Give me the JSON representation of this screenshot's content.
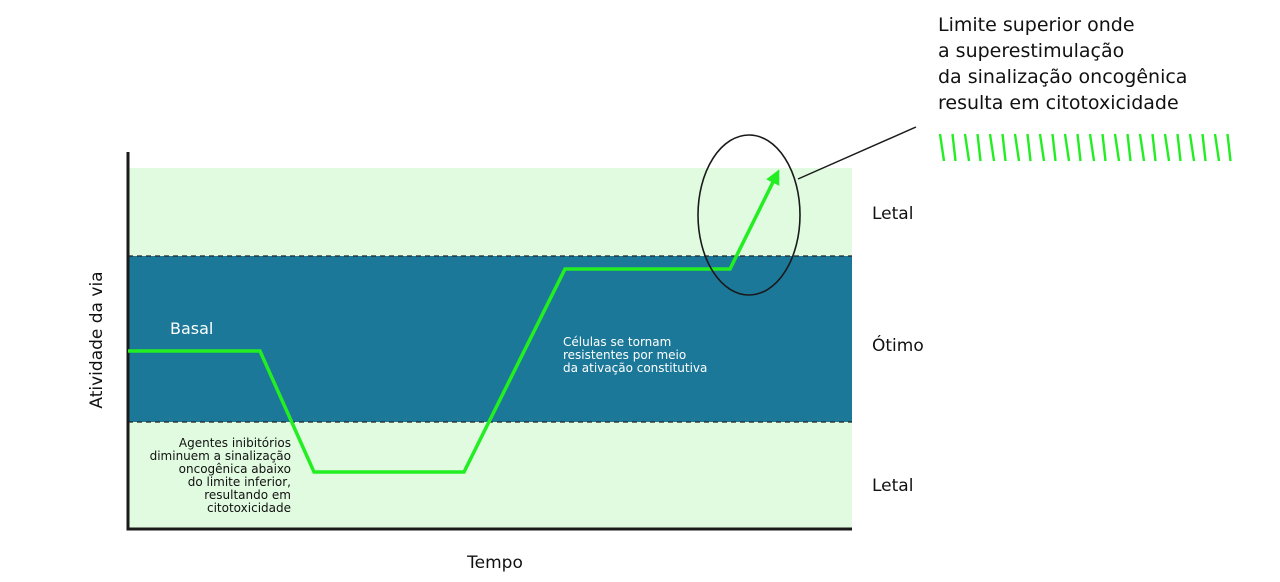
{
  "colors": {
    "lethal_zone": "#e1fbe1",
    "optimal_zone": "#1b7899",
    "activity_line": "#22ee22",
    "axis": "#1a1a1a",
    "hatch": "#22ee22"
  },
  "axes": {
    "x_label": "Tempo",
    "y_label": "Atividade da via"
  },
  "zones": {
    "upper": "Letal",
    "middle": "Ótimo",
    "lower": "Letal"
  },
  "labels": {
    "basal": "Basal",
    "inhibitors_note": [
      "Agentes inibitórios",
      "diminuem a sinalização",
      "oncogênica abaixo",
      "do limite inferior,",
      "resultando em",
      "citotoxicidade"
    ],
    "resistance_note": [
      "Células se tornam",
      "resistentes por meio",
      "da ativação constitutiva"
    ]
  },
  "callout": {
    "lines": [
      "Limite superior onde",
      "a superestimulação",
      "da sinalização oncogênica",
      "resulta em citotoxicidade"
    ]
  }
}
